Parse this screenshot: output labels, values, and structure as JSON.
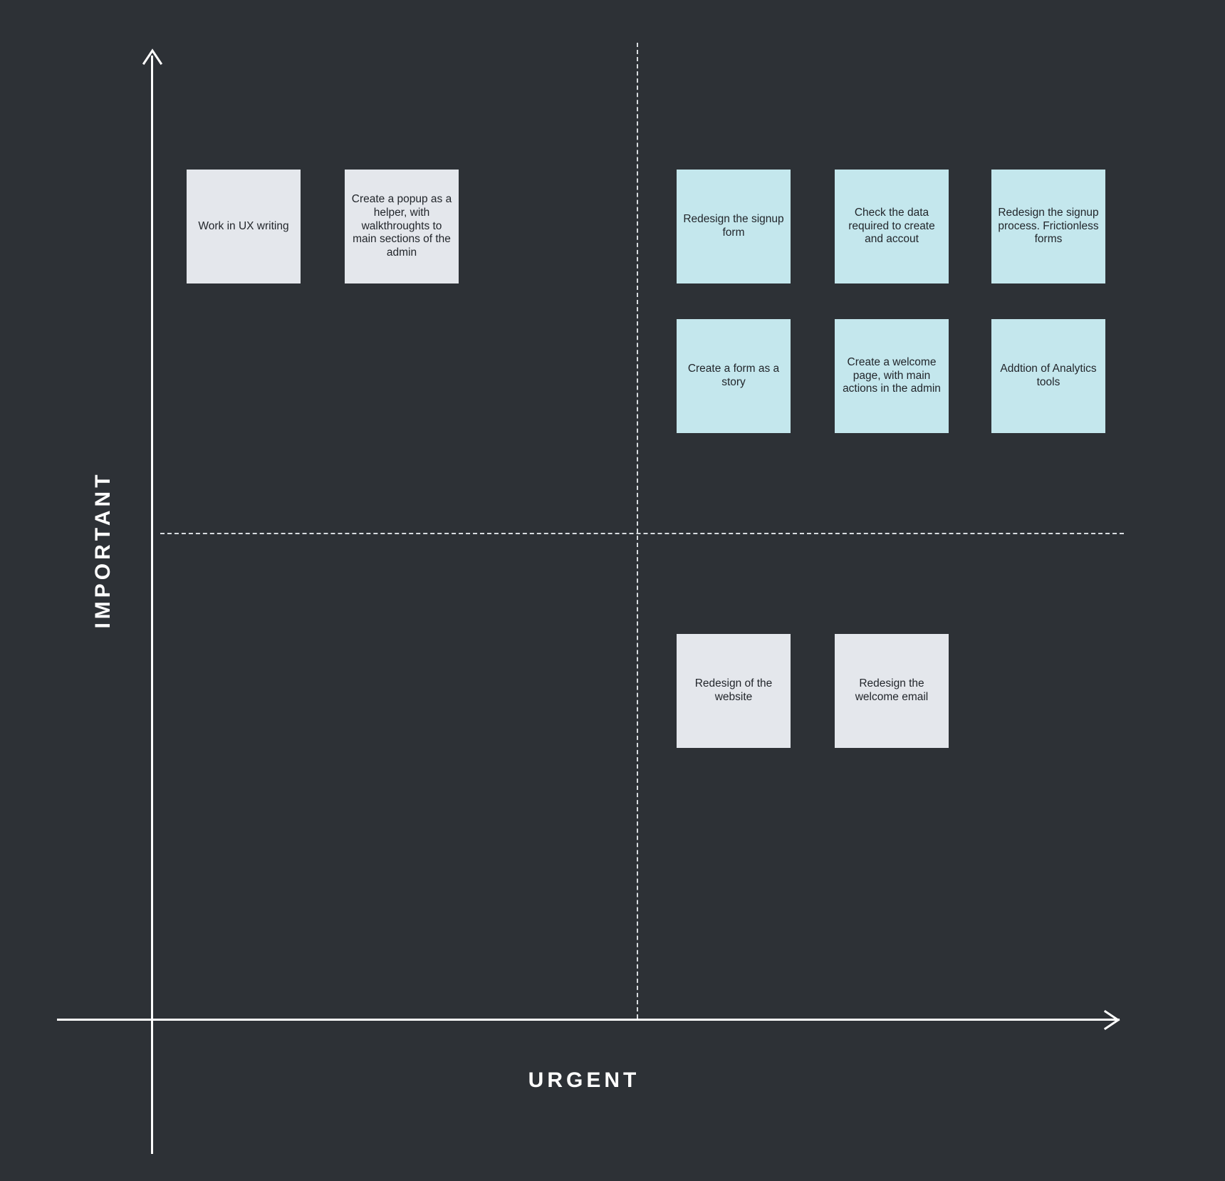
{
  "chart_data": {
    "type": "scatter",
    "title": "",
    "xlabel": "URGENT",
    "ylabel": "IMPORTANT",
    "grid": false,
    "legend": "none",
    "quadrant_dividers": [
      "vertical",
      "horizontal"
    ],
    "categories": [
      "important-not-urgent",
      "important-urgent",
      "not-important-urgent",
      "not-important-not-urgent"
    ],
    "series": [
      {
        "name": "important-not-urgent",
        "color": "#e4e7ec",
        "values": [
          {
            "label": "Work in UX writing",
            "x": 0.18,
            "y": 0.84
          },
          {
            "label": "Create a popup as a helper, with walkthroughts to main sections of the admin",
            "x": 0.3,
            "y": 0.84
          }
        ]
      },
      {
        "name": "important-urgent",
        "color": "#c4e7ed",
        "values": [
          {
            "label": "Redesign the signup form",
            "x": 0.55,
            "y": 0.84
          },
          {
            "label": "Check the data required to create and accout",
            "x": 0.67,
            "y": 0.84
          },
          {
            "label": "Redesign the signup process. Frictionless forms",
            "x": 0.79,
            "y": 0.84
          },
          {
            "label": "Create a form as a story",
            "x": 0.55,
            "y": 0.72
          },
          {
            "label": "Create a welcome page, with main actions in the admin",
            "x": 0.67,
            "y": 0.72
          },
          {
            "label": "Addtion of Analytics tools",
            "x": 0.79,
            "y": 0.72
          }
        ]
      },
      {
        "name": "not-important-urgent",
        "color": "#e4e7ec",
        "values": [
          {
            "label": "Redesign of the website",
            "x": 0.55,
            "y": 0.44
          },
          {
            "label": "Redesign the welcome email",
            "x": 0.67,
            "y": 0.44
          }
        ]
      }
    ]
  },
  "axes": {
    "vertical_label": "IMPORTANT",
    "horizontal_label": "URGENT"
  },
  "colors": {
    "background": "#2d3136",
    "axis": "#ffffff",
    "divider": "#d8dce0",
    "card_gray": "#e4e7ec",
    "card_teal": "#c4e7ed",
    "card_text": "#22262b"
  },
  "cards": {
    "quadrant_important_not_urgent": [
      {
        "text": "Work in UX writing",
        "color": "gray"
      },
      {
        "text": "Create a popup as a helper, with walkthroughts to main sections of the admin",
        "color": "gray"
      }
    ],
    "quadrant_important_urgent_row1": [
      {
        "text": "Redesign the signup form",
        "color": "teal"
      },
      {
        "text": "Check the data required to create and accout",
        "color": "teal"
      },
      {
        "text": "Redesign the signup process. Frictionless forms",
        "color": "teal"
      }
    ],
    "quadrant_important_urgent_row2": [
      {
        "text": "Create a form as a story",
        "color": "teal"
      },
      {
        "text": "Create a welcome page, with main actions in the admin",
        "color": "teal"
      },
      {
        "text": "Addtion of Analytics tools",
        "color": "teal"
      }
    ],
    "quadrant_not_important_urgent": [
      {
        "text": "Redesign of the website",
        "color": "gray"
      },
      {
        "text": "Redesign the welcome email",
        "color": "gray"
      }
    ]
  }
}
